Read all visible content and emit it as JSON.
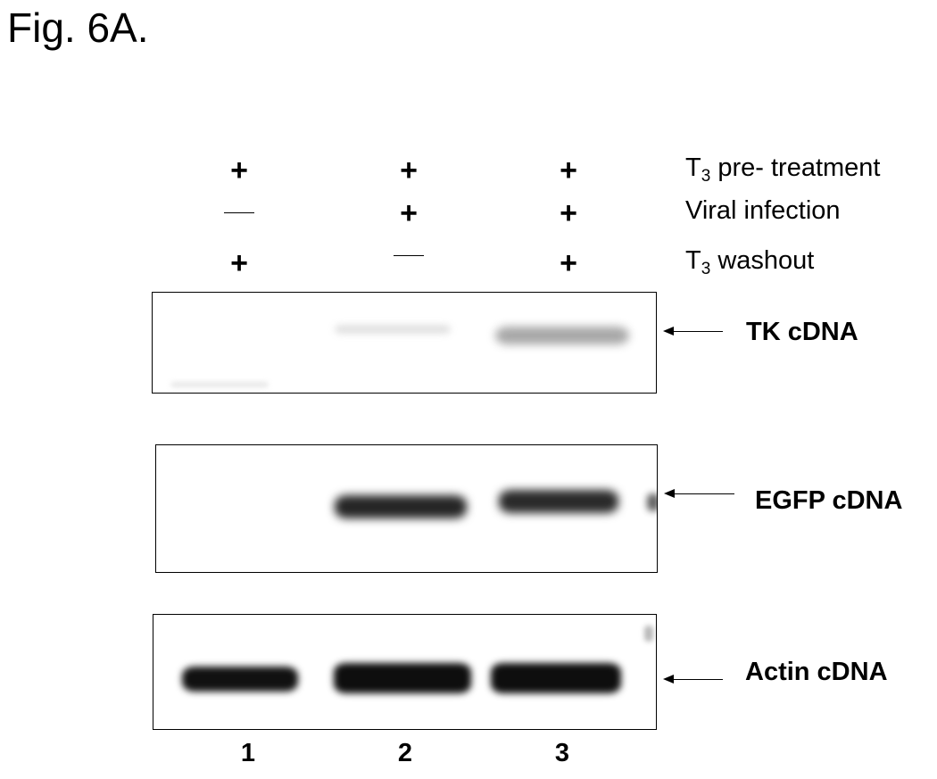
{
  "figure": {
    "title": "Fig. 6A."
  },
  "conditions": [
    {
      "base": "T",
      "sub": "3",
      "rest": " pre- treatment",
      "lanes": [
        "+",
        "+",
        "+"
      ]
    },
    {
      "base": "Viral infection",
      "sub": "",
      "rest": "",
      "lanes": [
        "—",
        "+",
        "+"
      ]
    },
    {
      "base": "T",
      "sub": "3",
      "rest": " washout",
      "lanes": [
        "+",
        "—",
        "+"
      ]
    }
  ],
  "panels": [
    {
      "label": "TK cDNA"
    },
    {
      "label": "EGFP cDNA"
    },
    {
      "label": "Actin cDNA"
    }
  ],
  "lanes": [
    "1",
    "2",
    "3"
  ]
}
